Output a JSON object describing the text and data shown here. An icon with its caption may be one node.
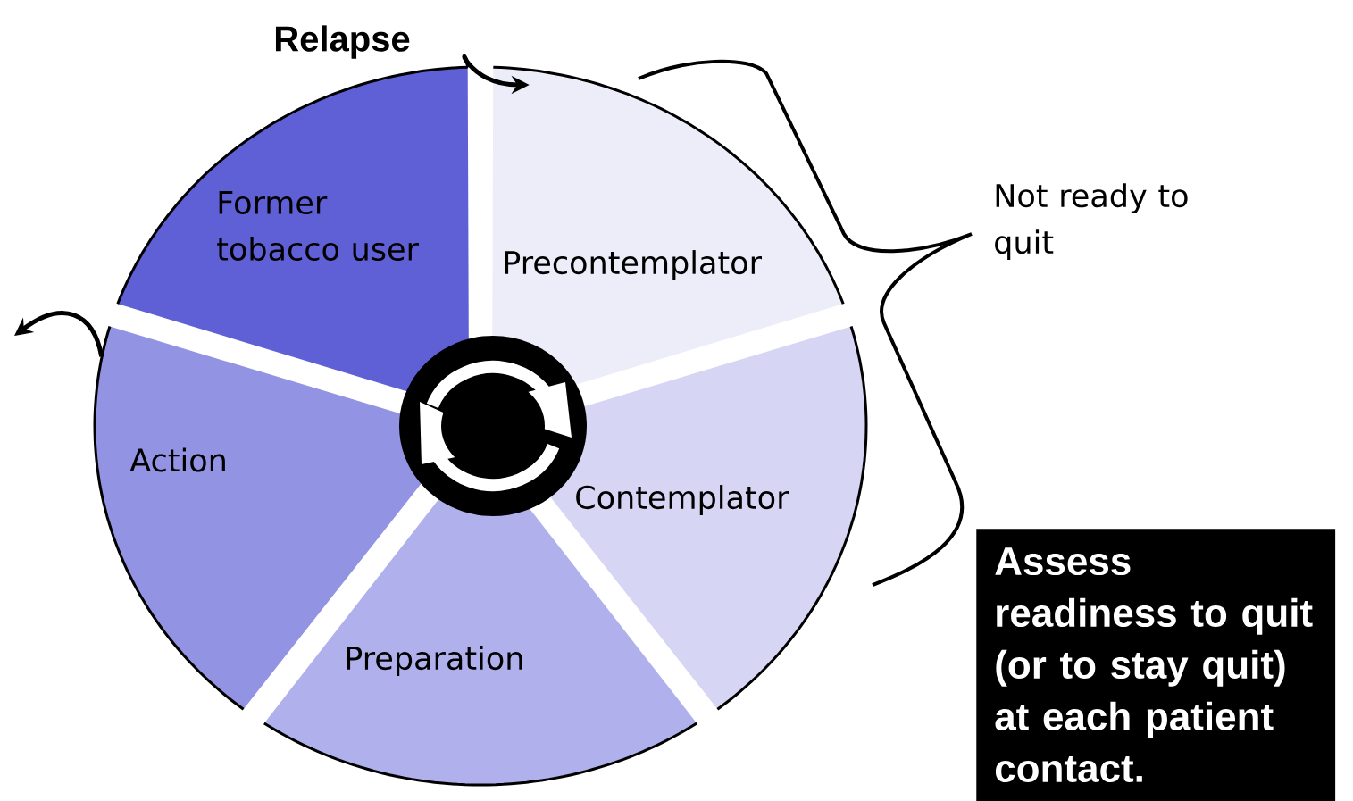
{
  "diagram": {
    "nodes": [
      {
        "text": [
          "Former tobacco user"
        ]
      },
      {
        "text": [
          "Precontemplator"
        ]
      },
      {
        "text": [
          "Action"
        ]
      },
      {
        "text": [
          "Contemplator"
        ]
      },
      {
        "text": [
          "Preparation"
        ]
      },
      {
        "text": [
          "Assess readiness to quit (or to stay quit) at each patient contact."
        ]
      }
    ],
    "edges": [
      {
        "from": 0,
        "to": 1,
        "arrow": "to",
        "label": "Relapse"
      },
      {
        "from": 2,
        "to": null,
        "arrow": "to"
      }
    ],
    "labels": [
      "Not ready to quit"
    ]
  }
}
